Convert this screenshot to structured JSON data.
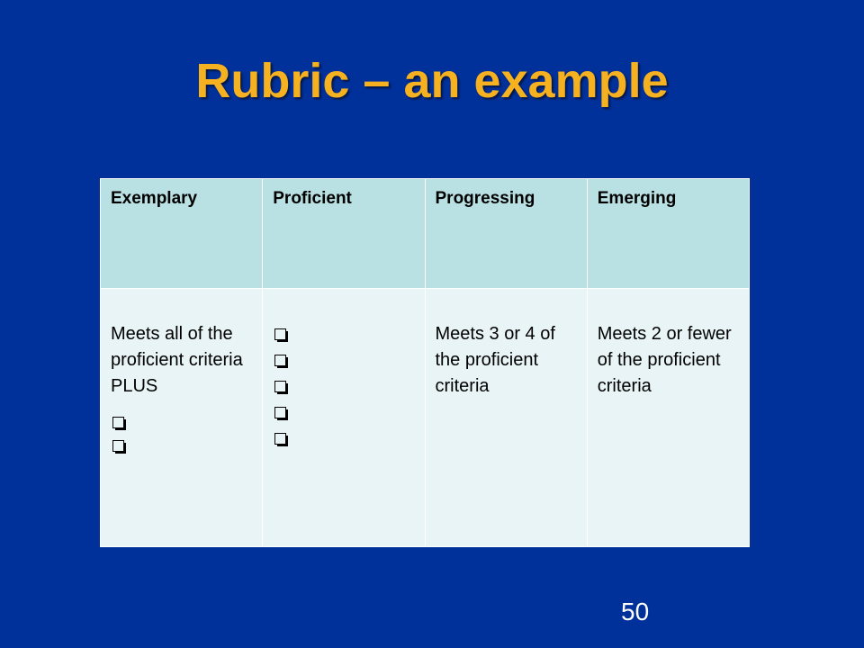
{
  "slide": {
    "title": "Rubric – an example",
    "page_number": "50"
  },
  "table": {
    "headers": [
      "Exemplary",
      "Proficient",
      "Progressing",
      "Emerging"
    ],
    "cells": [
      {
        "text": "Meets all of the proficient criteria PLUS",
        "checkboxes": 2
      },
      {
        "text": "",
        "checkboxes": 5
      },
      {
        "text": "Meets 3 or 4 of the proficient criteria",
        "checkboxes": 0
      },
      {
        "text": "Meets 2 or fewer of the proficient criteria",
        "checkboxes": 0
      }
    ]
  },
  "colors": {
    "background": "#00309a",
    "title": "#f5b120",
    "header_fill": "#b9e0e3",
    "body_fill": "#e8f4f5"
  },
  "icons": {
    "checkbox": "checkbox-icon"
  }
}
